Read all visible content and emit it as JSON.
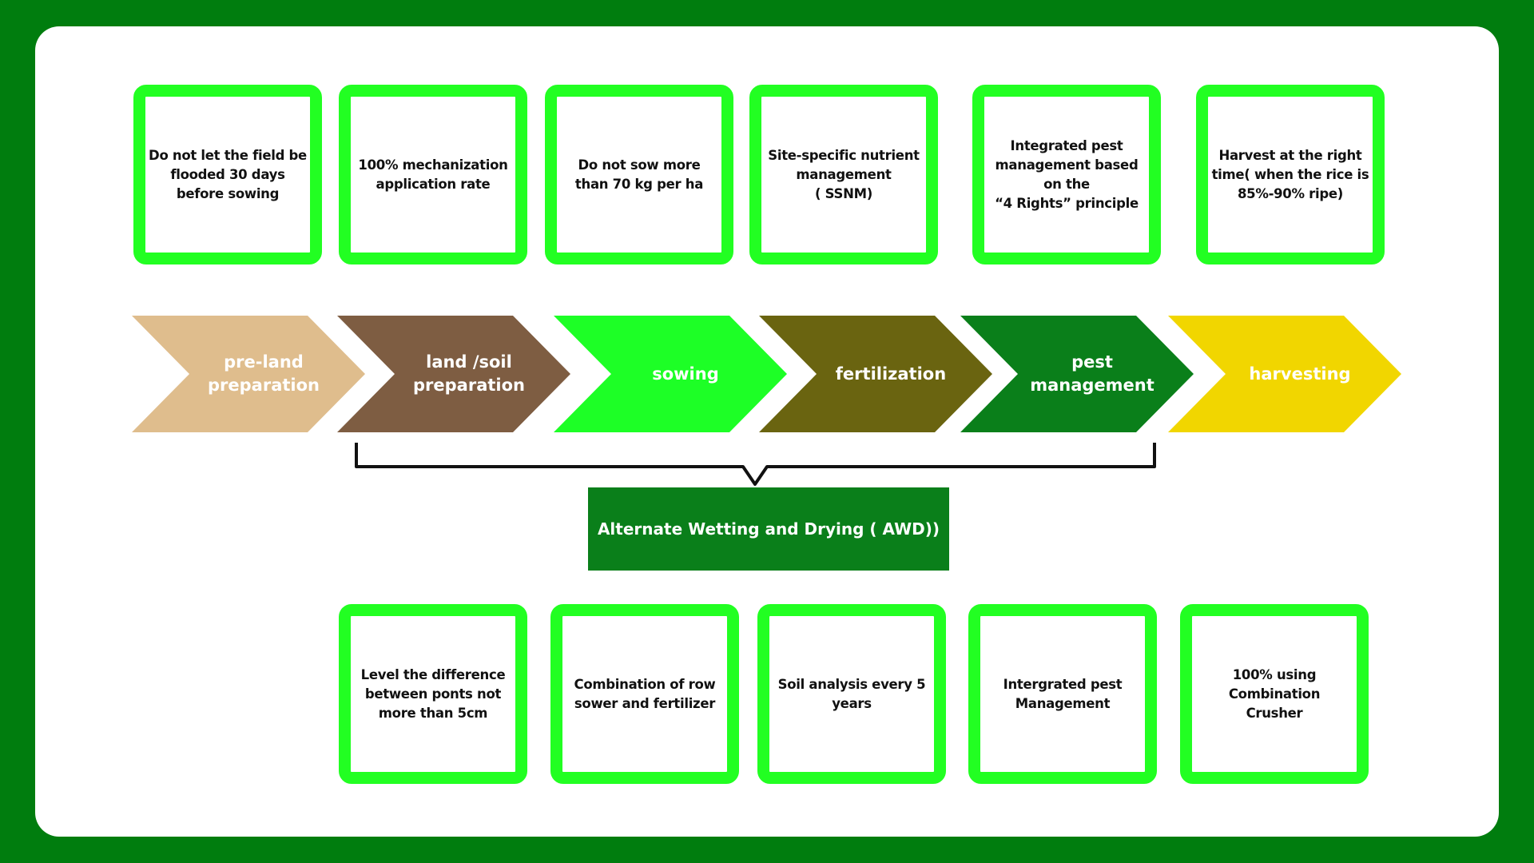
{
  "colors": {
    "background": "#007d0e",
    "panel": "#ffffff",
    "card_border": "#22ff22",
    "awd_box": "#0a7f1a"
  },
  "top_cards": [
    {
      "text": "Do not let the field be\nflooded 30 days\nbefore sowing"
    },
    {
      "text": "100% mechanization\napplication rate"
    },
    {
      "text": "Do not sow more\nthan 70 kg per ha"
    },
    {
      "text": "Site-specific nutrient\nmanagement\n( SSNM)"
    },
    {
      "text": "Integrated pest\nmanagement based\non the\n“4 Rights” principle"
    },
    {
      "text": "Harvest at the right\ntime( when the rice is\n85%-90% ripe)"
    }
  ],
  "stages": [
    {
      "label": "pre-land\npreparation",
      "color": "#dfbd8d"
    },
    {
      "label": "land /soil\npreparation",
      "color": "#7e5d42"
    },
    {
      "label": "sowing",
      "color": "#1dff26"
    },
    {
      "label": "fertilization",
      "color": "#6a6410"
    },
    {
      "label": "pest\nmanagement",
      "color": "#0a7f1a"
    },
    {
      "label": "harvesting",
      "color": "#f1d600"
    }
  ],
  "awd": {
    "label": "Alternate Wetting and Drying ( AWD))"
  },
  "bottom_cards": [
    {
      "text": "Level the difference\nbetween ponts not\nmore than 5cm"
    },
    {
      "text": "Combination of row\nsower and fertilizer"
    },
    {
      "text": "Soil analysis every 5\nyears"
    },
    {
      "text": "Intergrated pest\nManagement"
    },
    {
      "text": "100% using\nCombination\nCrusher"
    }
  ]
}
